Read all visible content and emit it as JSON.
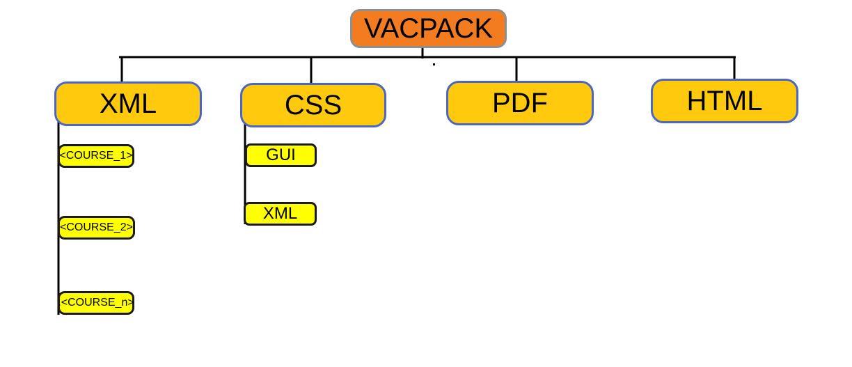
{
  "root": {
    "label": "VACPACK"
  },
  "categories": [
    {
      "label": "XML"
    },
    {
      "label": "CSS"
    },
    {
      "label": "PDF"
    },
    {
      "label": "HTML"
    }
  ],
  "xml_children": [
    {
      "label": "<COURSE_1>"
    },
    {
      "label": "<COURSE_2>"
    },
    {
      "label": ".<COURSE_n>"
    }
  ],
  "css_children": [
    {
      "label": "GUI"
    },
    {
      "label": "XML"
    }
  ],
  "colors": {
    "root_fill": "#f47c20",
    "category_fill": "#ffc90e",
    "category_border": "#4a66c8",
    "leaf_fill": "#ffff00",
    "line": "#000000"
  }
}
